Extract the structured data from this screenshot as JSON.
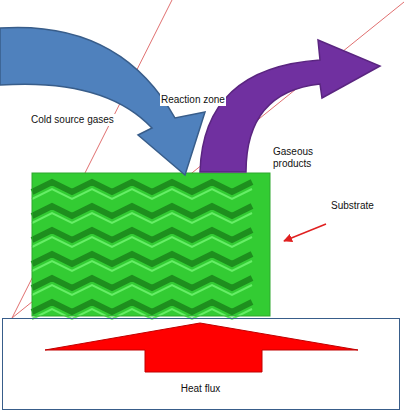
{
  "diagram": {
    "nodes": [
      {
        "text": [
          "Heat flux"
        ]
      }
    ],
    "labels": [
      "Cold source gases",
      "Reaction zone",
      "Gaseous products",
      "Substrate"
    ]
  }
}
